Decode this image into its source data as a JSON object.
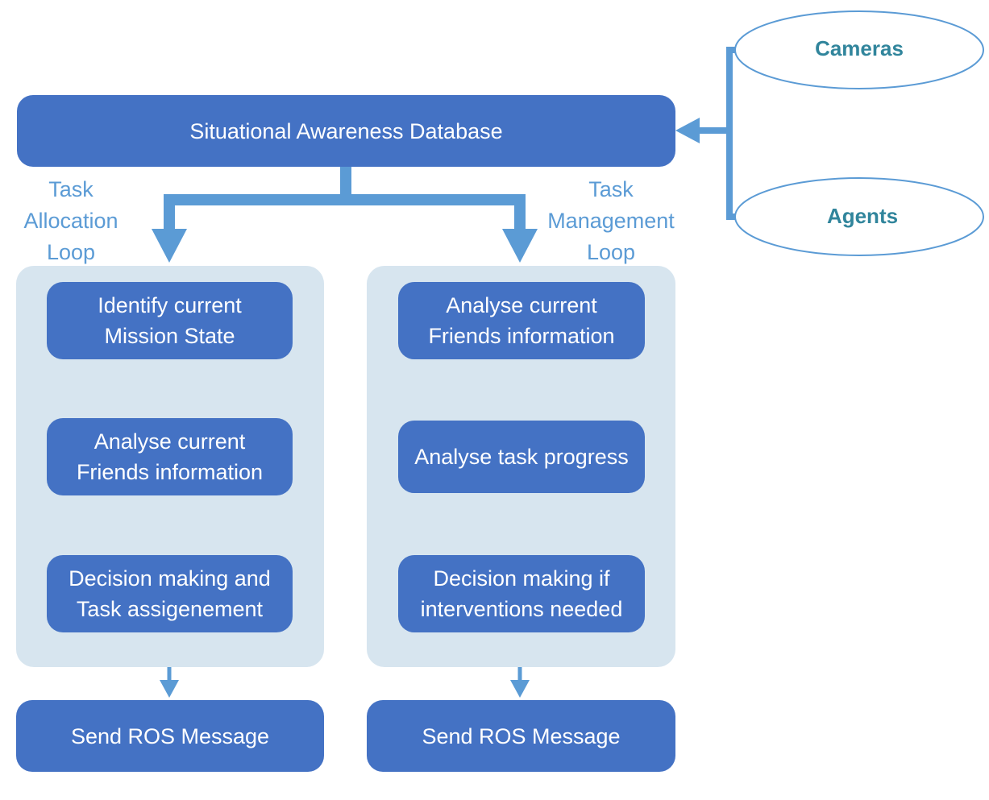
{
  "database": {
    "label": "Situational Awareness Database"
  },
  "sources": [
    {
      "label": "Cameras"
    },
    {
      "label": "Agents"
    }
  ],
  "loops": [
    {
      "title": "Task\nAllocation\nLoop",
      "steps": [
        {
          "label": "Identify current\nMission State"
        },
        {
          "label": "Analyse current\nFriends information"
        },
        {
          "label": "Decision making and\nTask assigenement"
        }
      ],
      "output": {
        "label": "Send ROS Message"
      }
    },
    {
      "title": "Task\nManagement\nLoop",
      "steps": [
        {
          "label": "Analyse current\nFriends information"
        },
        {
          "label": "Analyse task progress"
        },
        {
          "label": "Decision making if\ninterventions needed"
        }
      ],
      "output": {
        "label": "Send ROS Message"
      }
    }
  ],
  "colors": {
    "box": "#4472c4",
    "arrow": "#5b9bd5",
    "panel": "#d7e5ef",
    "ellipse_stroke": "#5b9bd5",
    "source_text": "#31859c"
  }
}
